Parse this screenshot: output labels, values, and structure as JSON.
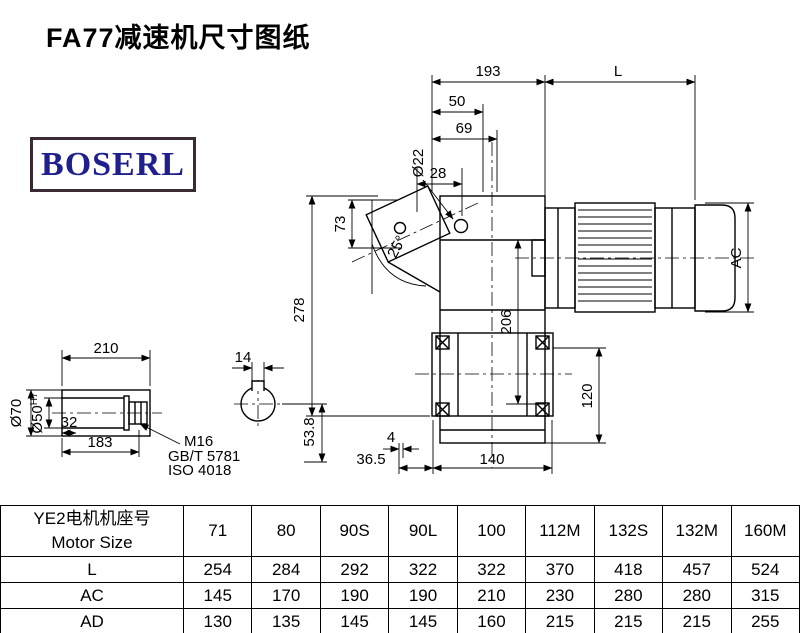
{
  "title": "FA77减速机尺寸图纸",
  "logo": {
    "text": "BOSERL"
  },
  "drawing": {
    "dims": {
      "d193": "193",
      "dL": "L",
      "d50": "50",
      "d69": "69",
      "dia22": "Ø22",
      "d28": "28",
      "d73": "73",
      "angle": "25°",
      "d278": "278",
      "d206": "206",
      "dAC": "AC",
      "d120": "120",
      "d210": "210",
      "d14": "14",
      "dia70": "Ø70",
      "dia50": "Ø50",
      "dia50_tol": "H7",
      "d32": "32",
      "d183": "183",
      "m16": "M16",
      "gb": "GB/T 5781",
      "iso": "ISO 4018",
      "d53_8": "53.8",
      "d4": "4",
      "d36_5": "36.5",
      "d140": "140"
    }
  },
  "table": {
    "col0": {
      "line1": "YE2电机机座号",
      "line2": "Motor Size"
    },
    "sizes": [
      "71",
      "80",
      "90S",
      "90L",
      "100",
      "112M",
      "132S",
      "132M",
      "160M"
    ],
    "rows": [
      {
        "label": "L",
        "values": [
          "254",
          "284",
          "292",
          "322",
          "322",
          "370",
          "418",
          "457",
          "524"
        ]
      },
      {
        "label": "AC",
        "values": [
          "145",
          "170",
          "190",
          "190",
          "210",
          "230",
          "280",
          "280",
          "315"
        ]
      },
      {
        "label": "AD",
        "values": [
          "130",
          "135",
          "145",
          "145",
          "160",
          "215",
          "215",
          "215",
          "255"
        ]
      }
    ]
  }
}
